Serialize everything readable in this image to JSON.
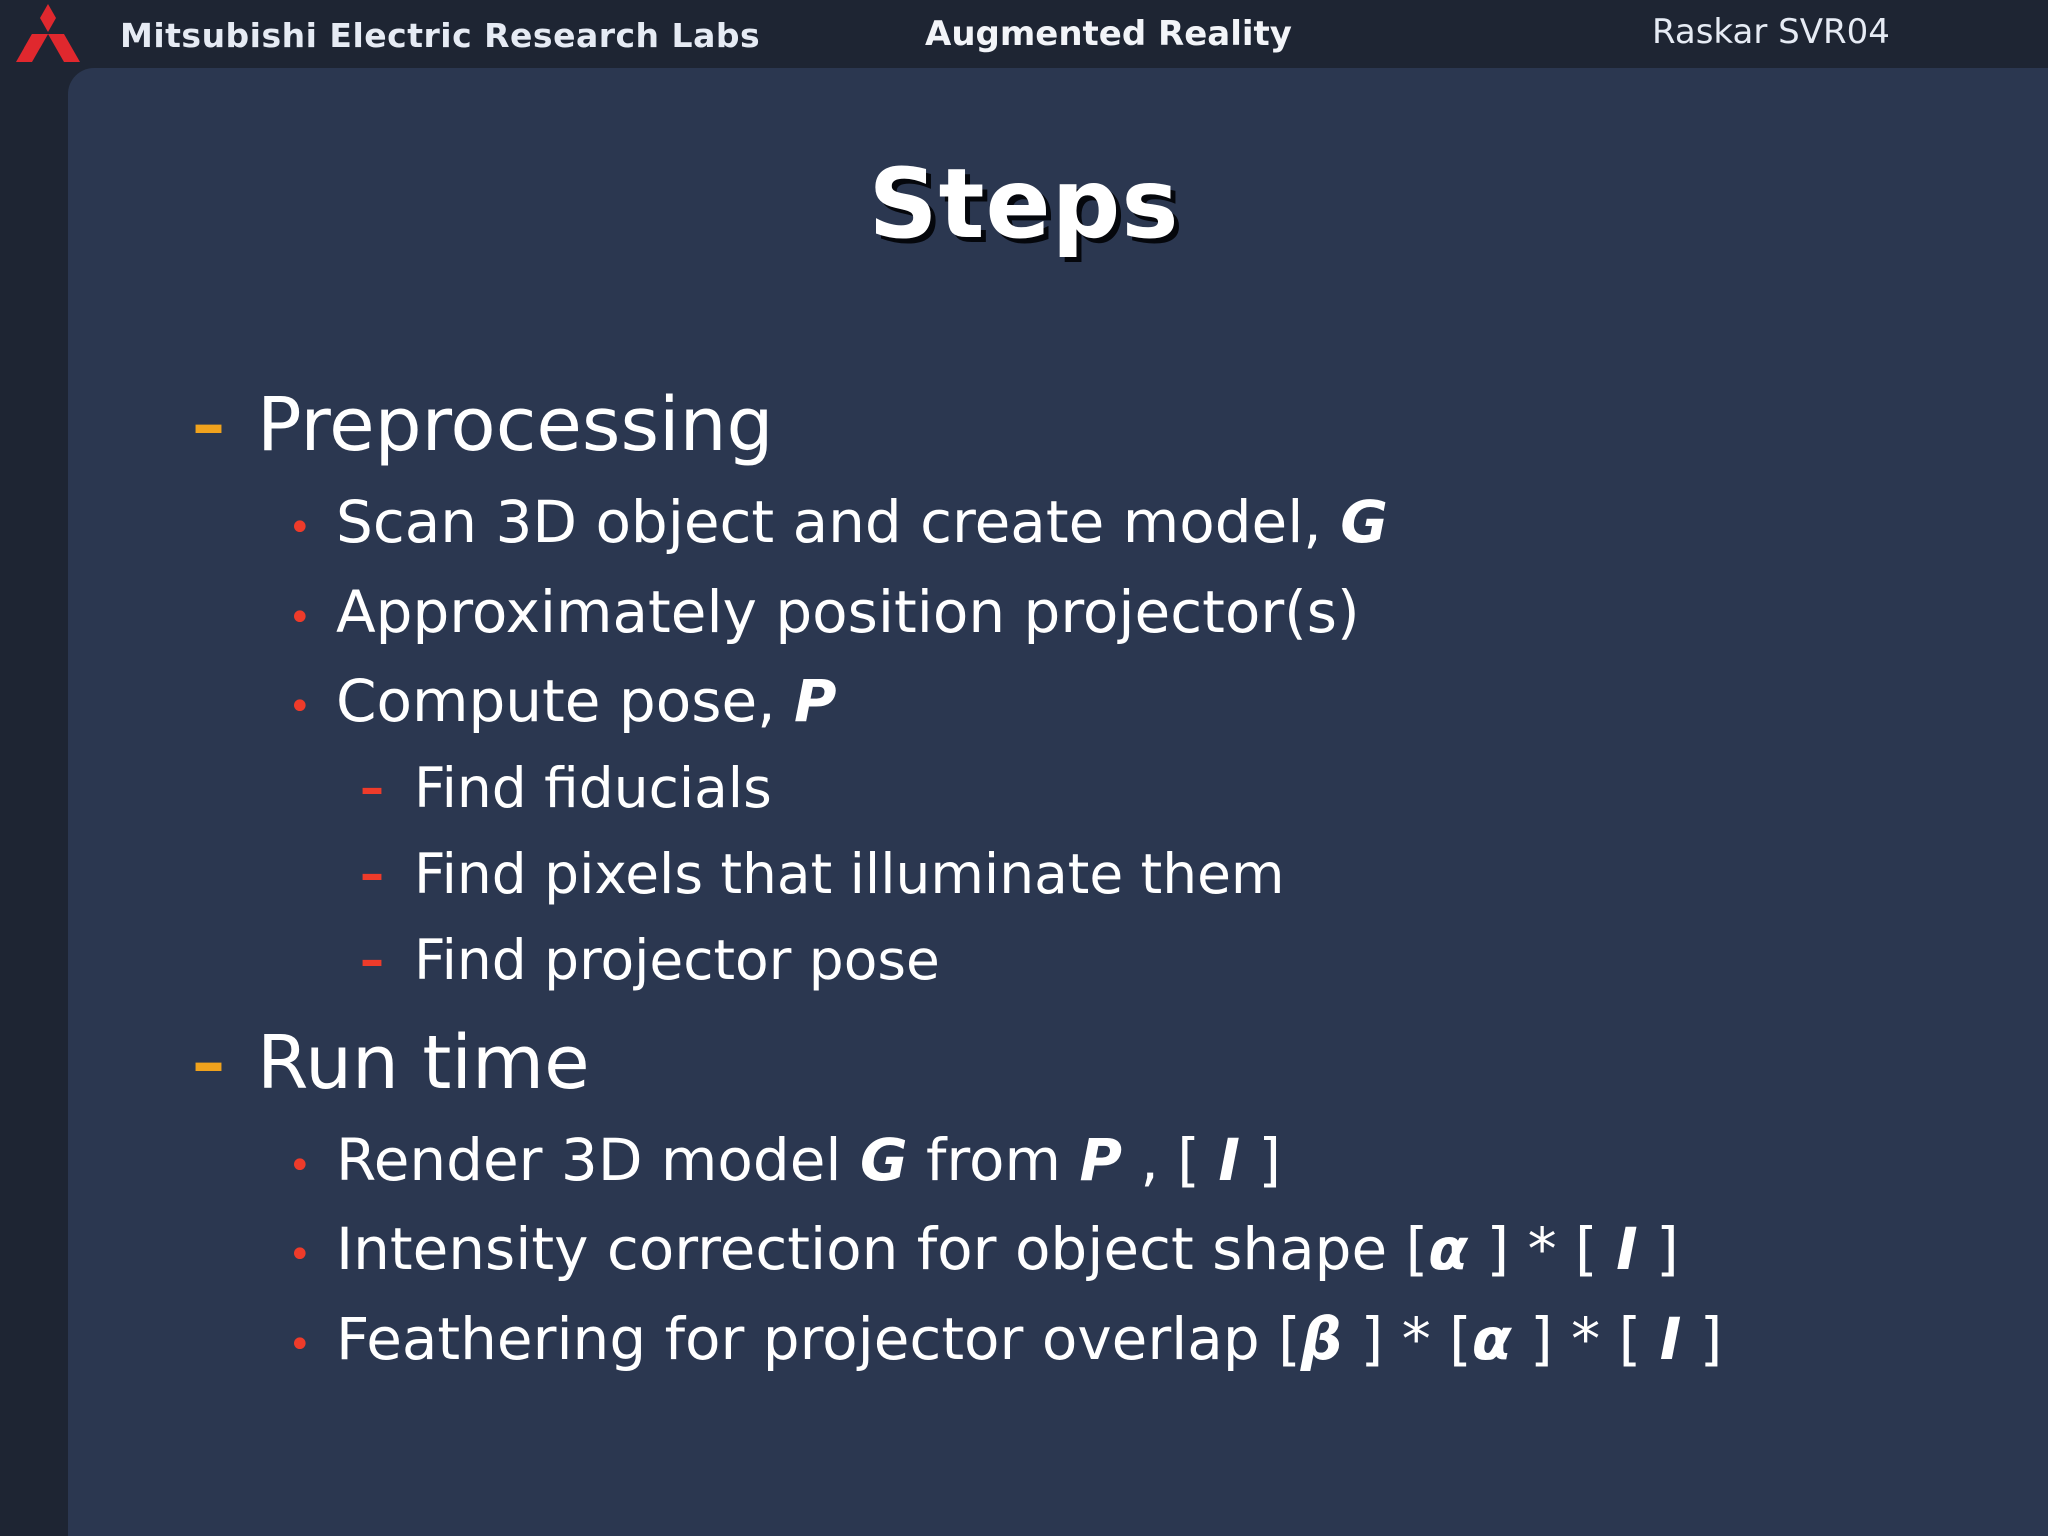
{
  "header": {
    "lab_name": "Mitsubishi Electric Research Labs",
    "course": "Augmented Reality",
    "author": "Raskar SVR04",
    "logo_icon": "mitsubishi-three-diamonds-logo",
    "logo_color": "#e0282e"
  },
  "slide": {
    "title": "Steps",
    "preprocessing": {
      "label": "Preprocessing",
      "items": [
        {
          "text": "Scan 3D object and create model, ",
          "var": "G"
        },
        {
          "text": "Approximately position projector(s)"
        },
        {
          "text": "Compute pose, ",
          "var": "P"
        }
      ],
      "pose_subitems": [
        "Find fiducials",
        "Find pixels that illuminate them",
        "Find projector pose"
      ]
    },
    "runtime": {
      "label": "Run time",
      "render": {
        "t1": "Render 3D model ",
        "v1": "G",
        "t2": " from ",
        "v2": "P",
        "t3": " , [ ",
        "v3": "I",
        "t4": " ]"
      },
      "intensity": {
        "t1": "Intensity correction for object shape [",
        "g1": "α",
        "t2": " ] * [ ",
        "v1": "I",
        "t3": " ]"
      },
      "feathering": {
        "t1": "Feathering for projector overlap [",
        "g1": "β",
        "t2": " ] * [",
        "g2": "α",
        "t3": " ] * [ ",
        "v1": "I",
        "t4": " ]"
      }
    },
    "markers": {
      "level1": "–",
      "level2": "•",
      "level3": "–"
    },
    "colors": {
      "background": "#2b3750",
      "frame": "#1e2533",
      "level1_marker": "#f0a21d",
      "level2_marker": "#ee3b2a",
      "text": "#ffffff"
    }
  }
}
